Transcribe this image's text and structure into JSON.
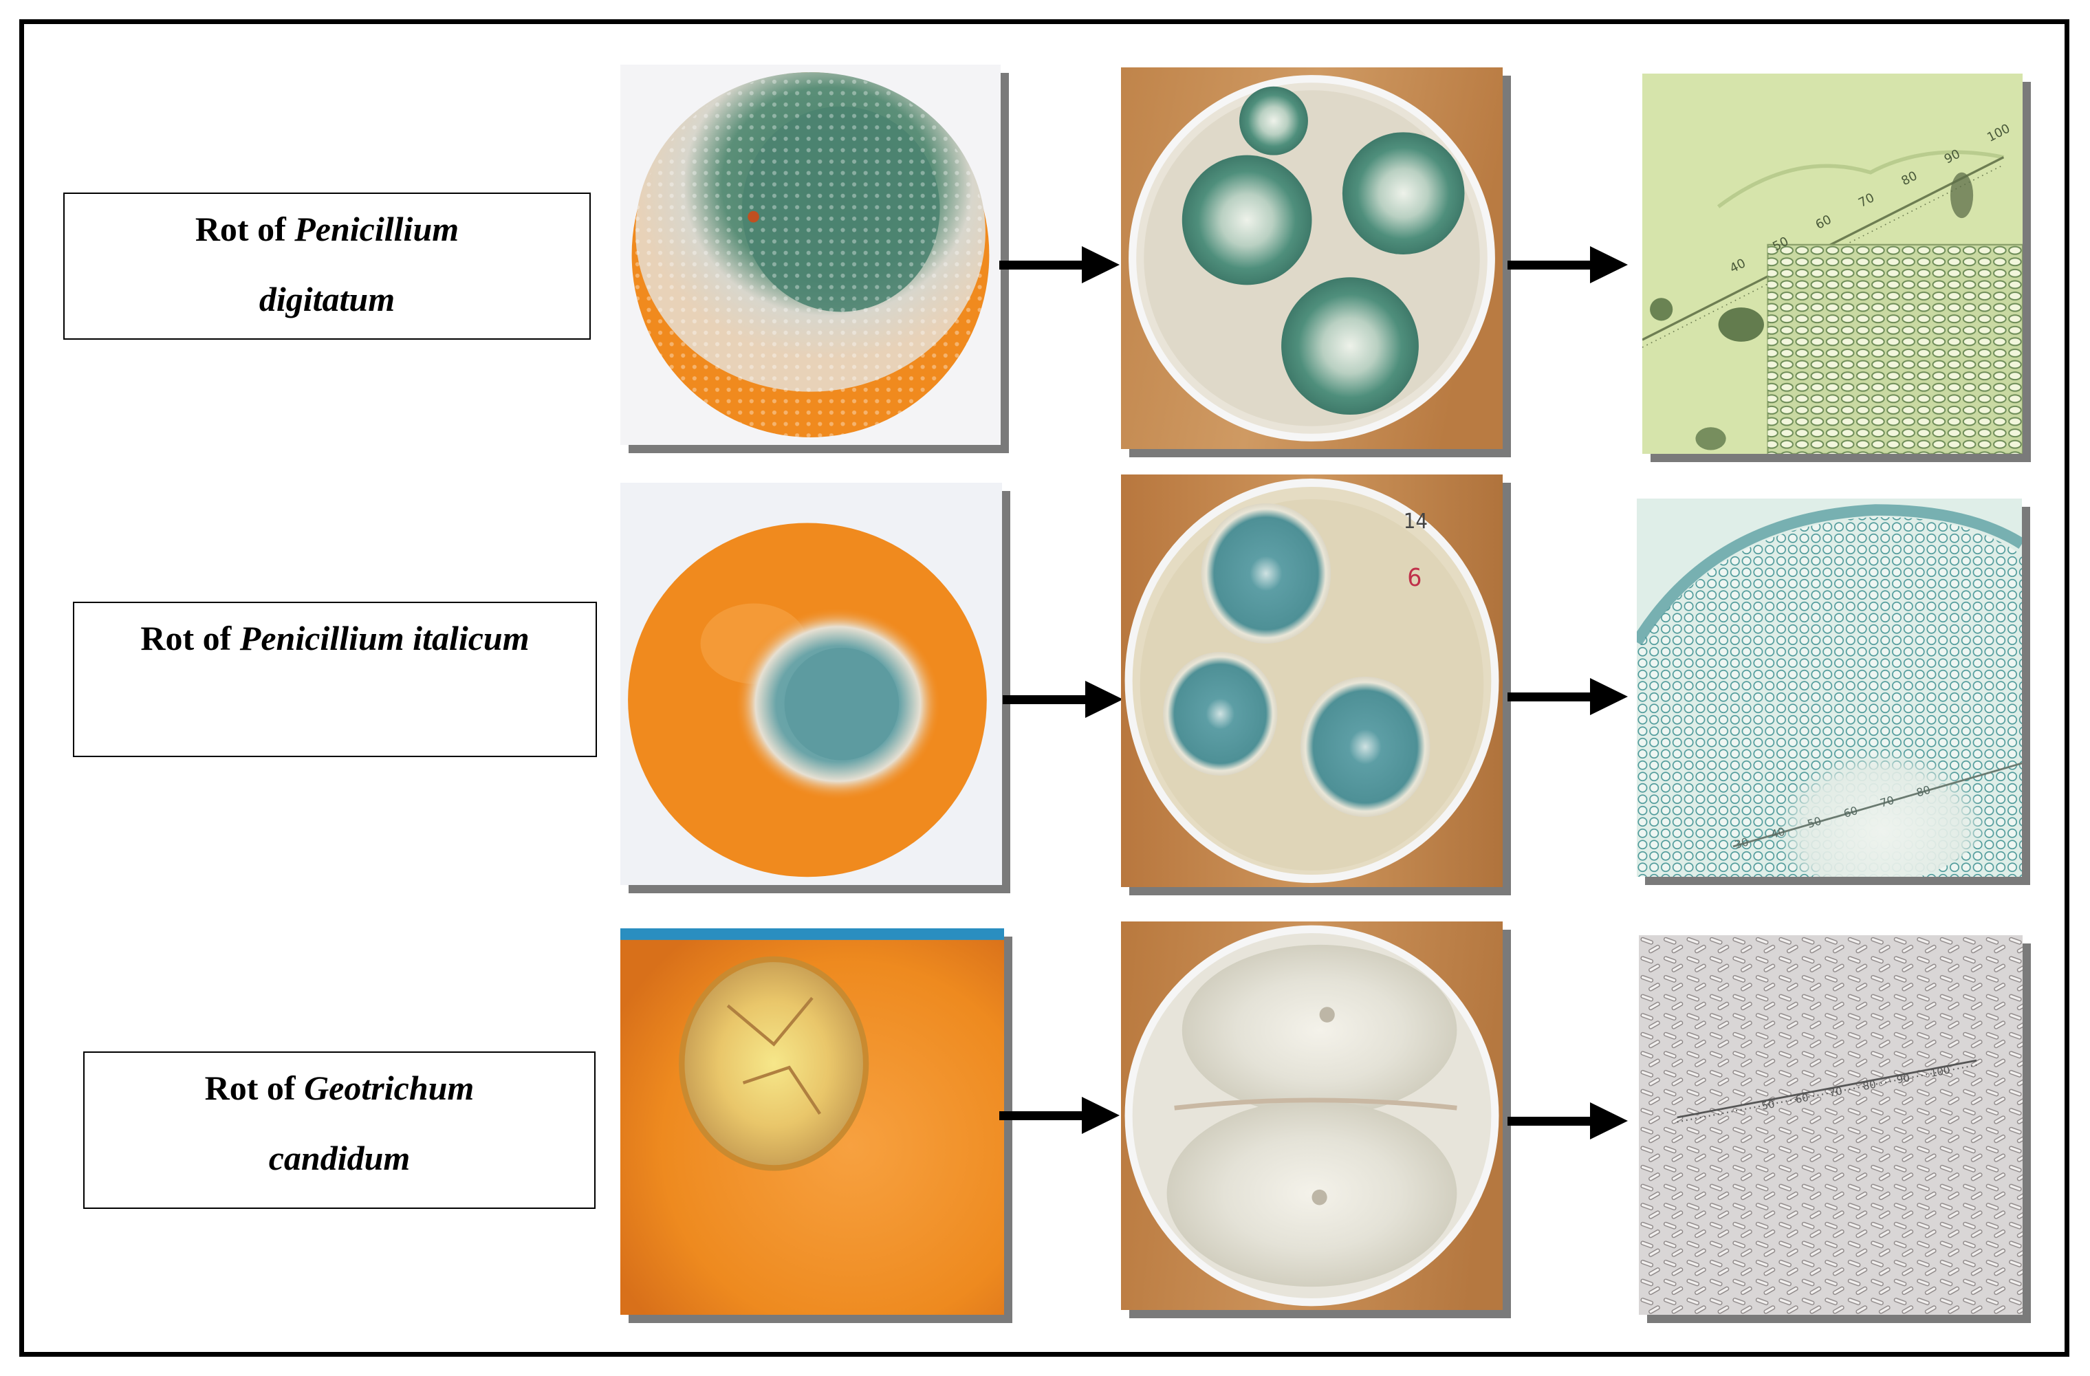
{
  "rows": [
    {
      "label_line1_prefix": "Rot of ",
      "label_line1_italic": "Penicillium",
      "label_line2_italic": "digitatum",
      "fruit": "orange-green-mold-photo",
      "culture": "petri-dish-green-colonies-photo",
      "micro": "micrograph-conidia-with-scale-photo",
      "micro_scale_labels": [
        "40",
        "50",
        "60",
        "70",
        "80",
        "90",
        "100"
      ]
    },
    {
      "label_line1_prefix": "Rot of ",
      "label_line1_italic": "Penicillium italicum",
      "fruit": "orange-blue-mold-photo",
      "culture": "petri-dish-blue-colonies-photo",
      "micro": "micrograph-conidia-blue-photo",
      "micro_scale_labels": [
        "30",
        "40",
        "50",
        "60",
        "70",
        "80"
      ],
      "culture_plate_marks": [
        "14",
        "6"
      ]
    },
    {
      "label_line1_prefix": "Rot of ",
      "label_line1_italic": "Geotrichum",
      "label_line2_italic": "candidum",
      "fruit": "orange-sour-rot-photo",
      "culture": "petri-dish-white-colonies-photo",
      "micro": "micrograph-arthroconidia-photo",
      "micro_scale_labels": [
        "50",
        "60",
        "70",
        "80",
        "90",
        "100"
      ]
    }
  ],
  "colors": {
    "border": "#000000",
    "orange": "#f08a1e",
    "green_mold": "#4f8a70",
    "blue_mold": "#5b9ea4",
    "wood": "#c58a4e",
    "micro_green": "#d6e4ab",
    "micro_blue": "#dfeee8",
    "micro_gray": "#d9d6d6",
    "shadow": "#7a7a7a"
  }
}
